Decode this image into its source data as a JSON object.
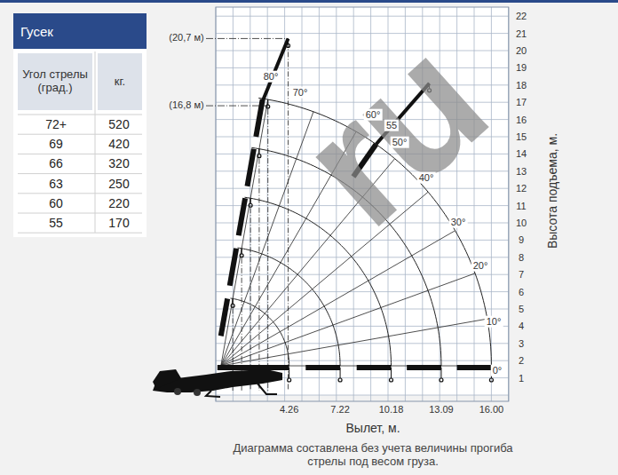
{
  "diagram": {
    "caption": "Диаграмма составлена без учета величины прогиба стрелы под весом груза.",
    "nodes": [
      {
        "text": [
          "Гусек"
        ]
      }
    ],
    "labels": [
      "Угол стрелы (град.)",
      "кг.",
      "72+",
      "520",
      "69",
      "420",
      "66",
      "320",
      "63",
      "250",
      "60",
      "220",
      "55",
      "170",
      "22",
      "21",
      "20",
      "19",
      "18",
      "17",
      "16",
      "15",
      "14",
      "13",
      "12",
      "11",
      "10",
      "9",
      "8",
      "7",
      "6",
      "5",
      "4",
      "3",
      "2",
      "1",
      "80°",
      "70°",
      "60°",
      "55",
      "50°",
      "40°",
      "30°",
      "20°",
      "10°",
      "0°",
      "(20,7 м)",
      "(16,8 м)",
      "4.26",
      "7.22",
      "10.18",
      "13.09",
      "16.00",
      "Вылет, м.",
      "Высота подъема, м.",
      "ru"
    ]
  }
}
